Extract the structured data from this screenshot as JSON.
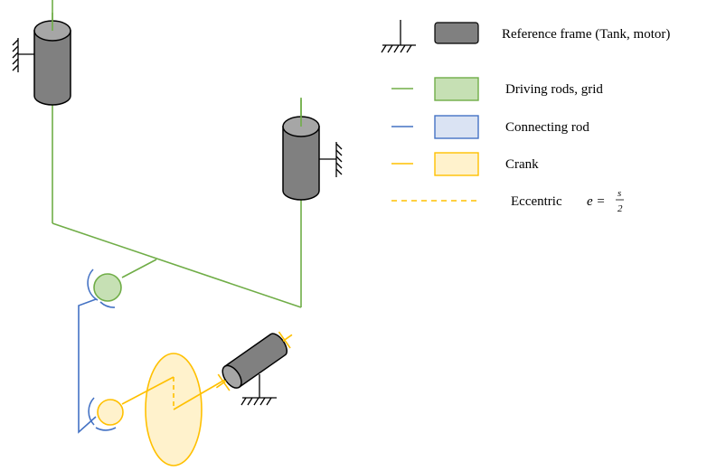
{
  "legend": {
    "reference_frame": {
      "label": "Reference frame (Tank, motor)",
      "color_fill": "#808080",
      "color_stroke": "#000000"
    },
    "driving_rods": {
      "label": "Driving rods, grid",
      "color_line": "#70ad47",
      "color_fill": "#c6e0b4"
    },
    "connecting_rod": {
      "label": "Connecting rod",
      "color_line": "#4472c4",
      "color_fill": "#dae3f3"
    },
    "crank": {
      "label": "Crank",
      "color_line": "#ffc000",
      "color_fill": "#fff2cc"
    },
    "eccentric": {
      "label": "Eccentric",
      "formula_lhs": "e =",
      "formula_num": "s",
      "formula_den": "2",
      "color_line": "#ffc000"
    }
  },
  "colors": {
    "cylinder_body": "#808080",
    "cylinder_top": "#a6a6a6",
    "ground": "#000000",
    "green": "#70ad47",
    "green_fill": "#c6e0b4",
    "blue": "#4472c4",
    "orange": "#ffc000",
    "orange_fill": "#fff2cc"
  }
}
